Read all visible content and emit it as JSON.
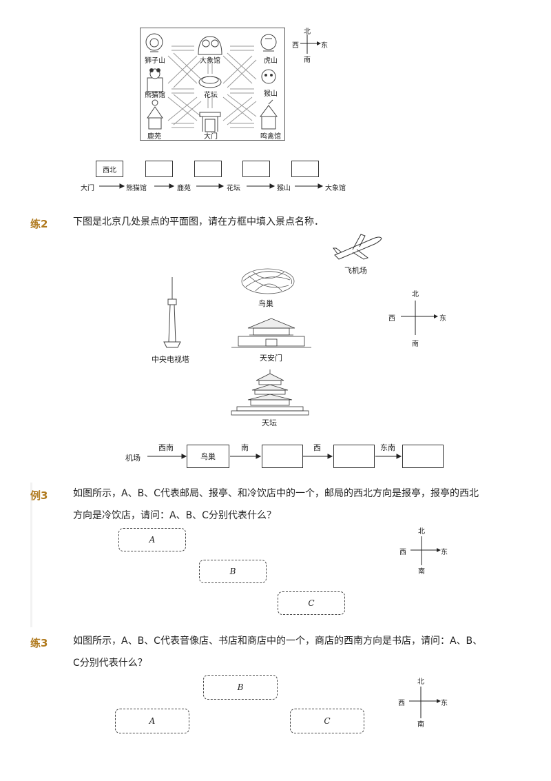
{
  "zoo_map": {
    "places": {
      "lion_hill": "狮子山",
      "elephant_hall": "大象馆",
      "tiger_hill": "虎山",
      "panda_hall": "熊猫馆",
      "flower_bed": "花坛",
      "monkey_hill": "猴山",
      "deer_garden": "鹿苑",
      "gate": "大门",
      "bird_hall": "鸣禽馆"
    },
    "compass": {
      "north": "北",
      "south": "南",
      "west": "西",
      "east": "东"
    }
  },
  "zoo_route": {
    "first_box": "西北",
    "stops": [
      "大门",
      "熊猫馆",
      "鹿苑",
      "花坛",
      "猴山",
      "大象馆"
    ]
  },
  "practice2": {
    "label": "练2",
    "question": "下图是北京几处景点的平面图，请在方框中填入景点名称．",
    "places": {
      "airport": "飞机场",
      "birds_nest": "鸟巢",
      "tv_tower": "中央电视塔",
      "tiananmen": "天安门",
      "temple_of_heaven": "天坛"
    },
    "compass": {
      "north": "北",
      "south": "南",
      "west": "西",
      "east": "东"
    },
    "route": {
      "start": "机场",
      "dir1": "西南",
      "box1": "鸟巢",
      "dir2": "南",
      "dir3": "西",
      "dir4": "东南"
    }
  },
  "example3": {
    "label": "例3",
    "question_line1": "如图所示，A、B、C代表邮局、报亭、和冷饮店中的一个，邮局的西北方向是报亭，报亭的西北",
    "question_line2": "方向是冷饮店，请问：A、B、C分别代表什么？",
    "boxes": {
      "a": "A",
      "b": "B",
      "c": "C"
    },
    "compass": {
      "north": "北",
      "south": "南",
      "west": "西",
      "east": "东"
    }
  },
  "practice3": {
    "label": "练3",
    "question_line1": "如图所示，A、B、C代表音像店、书店和商店中的一个，商店的西南方向是书店，请问：A、B、",
    "question_line2": "C分别代表什么？",
    "boxes": {
      "a": "A",
      "b": "B",
      "c": "C"
    },
    "compass": {
      "north": "北",
      "south": "南",
      "west": "西",
      "east": "东"
    }
  }
}
